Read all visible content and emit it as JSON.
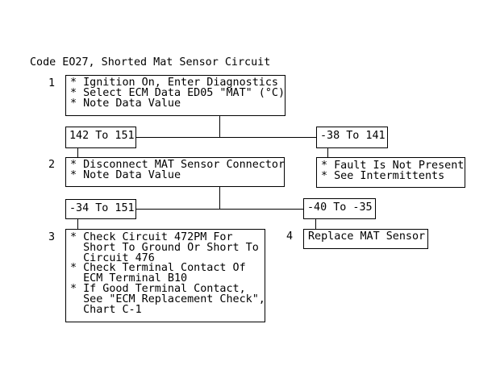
{
  "title": "Code EO27, Shorted Mat Sensor Circuit",
  "colors": {
    "background": "#ffffff",
    "line": "#000000",
    "text": "#000000"
  },
  "flowchart": {
    "step1": {
      "num": "1",
      "text": "* Ignition On, Enter Diagnostics\n* Select ECM Data ED05 \"MAT\" (°C)\n* Note Data Value"
    },
    "branch1_left": {
      "label": "142 To 151"
    },
    "branch1_right": {
      "label": "-38 To 141"
    },
    "step2": {
      "num": "2",
      "text": "* Disconnect MAT Sensor Connector\n* Note Data Value"
    },
    "fault_result": {
      "text": "* Fault Is Not Present\n* See Intermittents"
    },
    "branch2_left": {
      "label": "-34 To 151"
    },
    "branch2_right": {
      "label": "-40 To -35"
    },
    "step3": {
      "num": "3",
      "text": "* Check Circuit 472PM For\n  Short To Ground Or Short To\n  Circuit 476\n* Check Terminal Contact Of\n  ECM Terminal B10\n* If Good Terminal Contact,\n  See \"ECM Replacement Check\",\n  Chart C-1"
    },
    "step4": {
      "num": "4",
      "text": "Replace MAT Sensor"
    }
  }
}
